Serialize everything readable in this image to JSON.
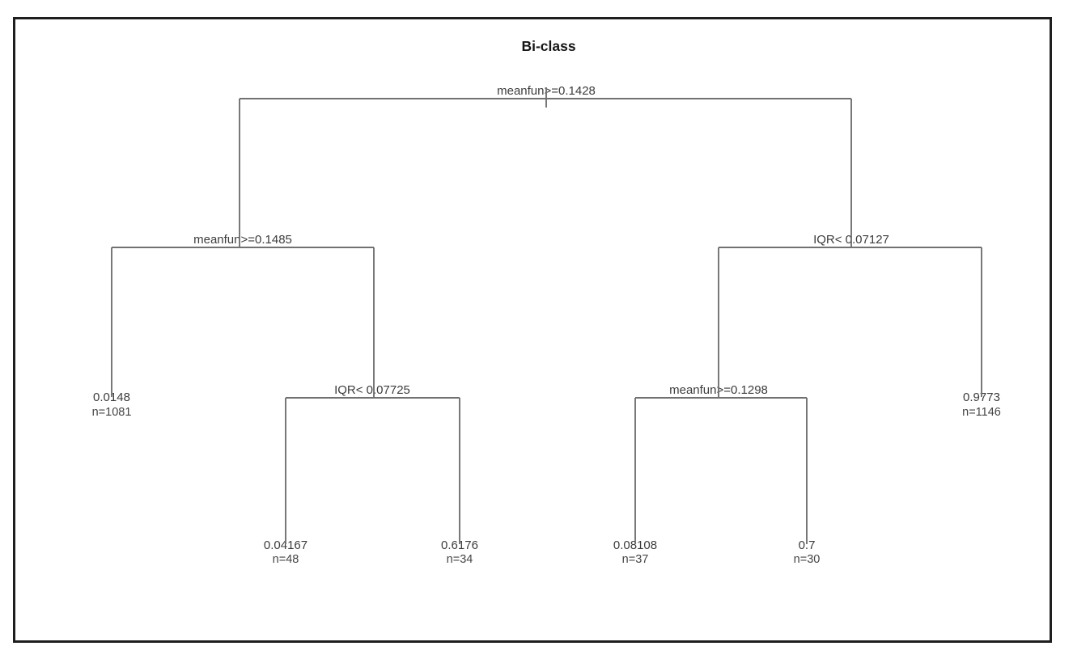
{
  "figure": {
    "title": "Bi-class"
  },
  "tree": {
    "root": {
      "split": "meanfun>=0.1428"
    },
    "left": {
      "split": "meanfun>=0.1485"
    },
    "right": {
      "split": "IQR< 0.07127"
    },
    "left_left": {
      "value": "0.0148",
      "n": "n=1081"
    },
    "left_right": {
      "split": "IQR< 0.07725"
    },
    "right_left": {
      "split": "meanfun>=0.1298"
    },
    "right_right": {
      "value": "0.9773",
      "n": "n=1146"
    },
    "left_right_left": {
      "value": "0.04167",
      "n": "n=48"
    },
    "left_right_right": {
      "value": "0.6176",
      "n": "n=34"
    },
    "right_left_left": {
      "value": "0.08108",
      "n": "n=37"
    },
    "right_left_right": {
      "value": "0.7",
      "n": "n=30"
    }
  },
  "colors": {
    "edge": "#717171",
    "frame": "#1e1e1e",
    "text": "#3c3c3c"
  }
}
